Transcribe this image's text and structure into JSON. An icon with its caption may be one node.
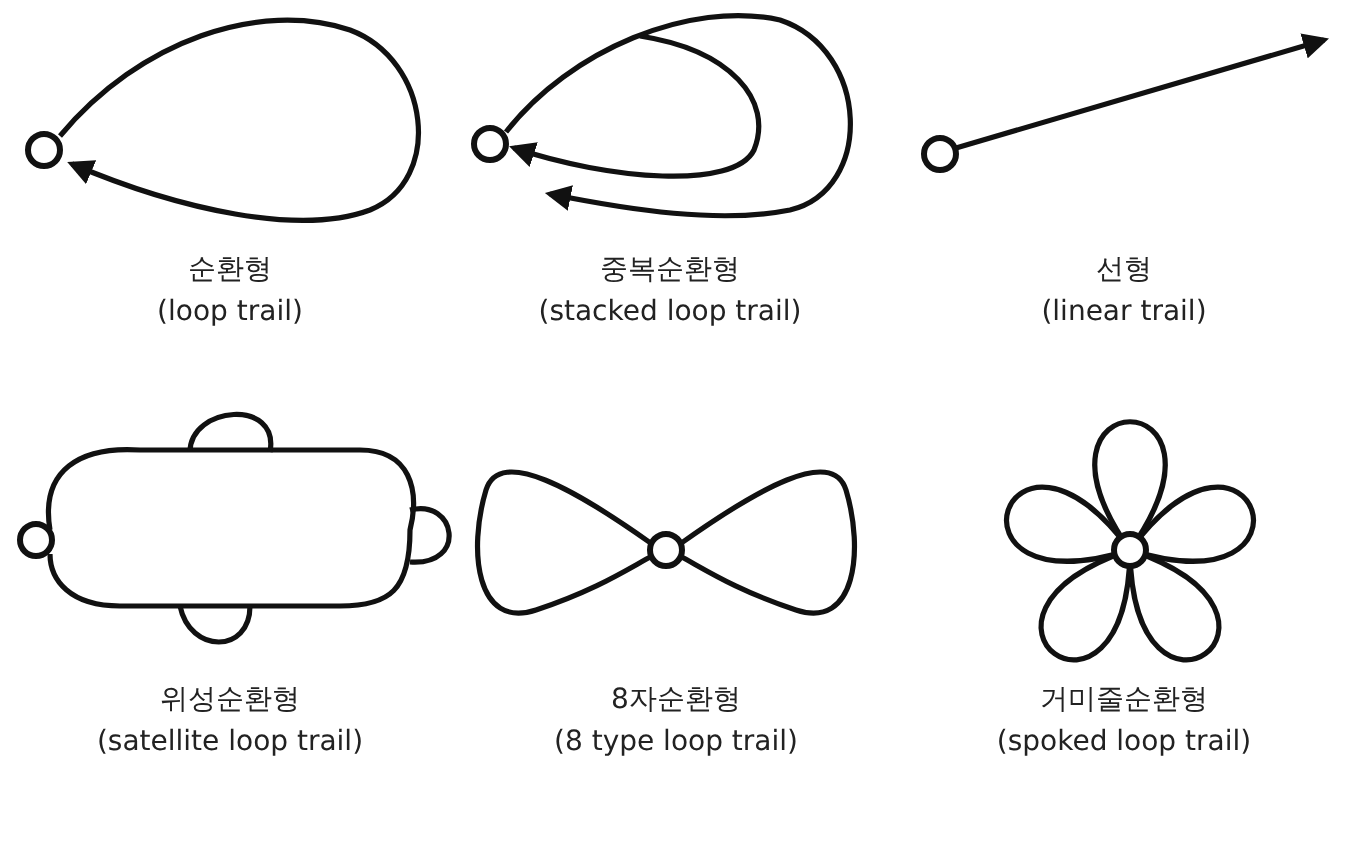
{
  "diagram": {
    "labels": [
      "순환형",
      "(loop trail)",
      "중복순환형",
      "(stacked loop trail)",
      "선형",
      "(linear trail)",
      "위성순환형",
      "(satellite loop trail)",
      "8자순환형",
      "(8 type loop trail)",
      "거미줄순환형",
      "(spoked loop trail)"
    ]
  }
}
